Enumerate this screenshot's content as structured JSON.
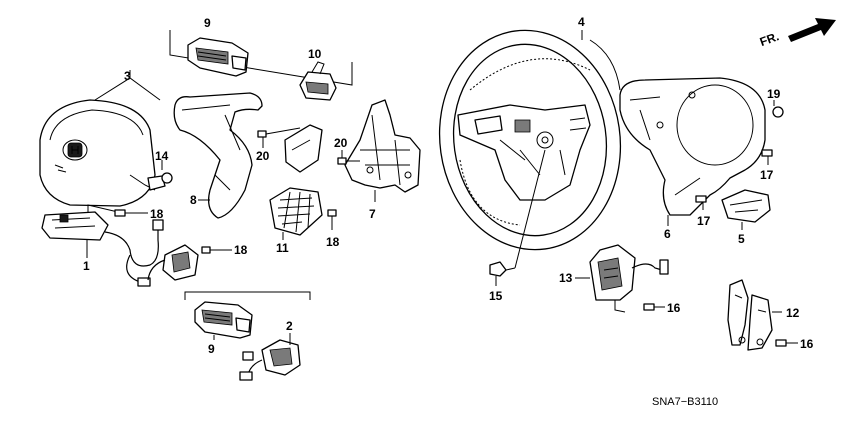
{
  "diagram": {
    "code": "SNA7−B3110",
    "direction_label": "FR.",
    "callouts": [
      "1",
      "2",
      "3",
      "4",
      "5",
      "6",
      "7",
      "8",
      "9",
      "9",
      "10",
      "11",
      "12",
      "13",
      "14",
      "15",
      "16",
      "16",
      "17",
      "17",
      "18",
      "18",
      "18",
      "19",
      "20",
      "20"
    ]
  }
}
